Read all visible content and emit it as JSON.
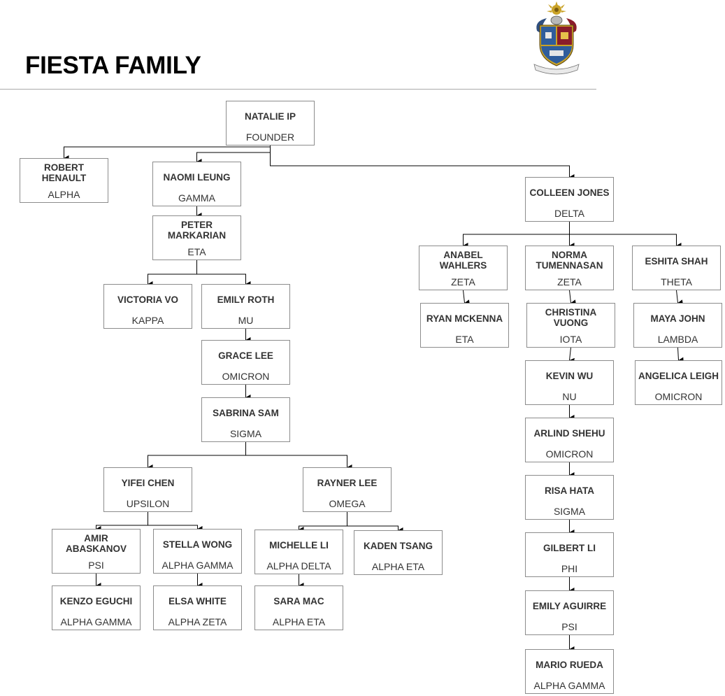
{
  "title": "FIESTA FAMILY",
  "members": {
    "natalie": {
      "name": "NATALIE IP",
      "letter": "FOUNDER"
    },
    "robert": {
      "name": "ROBERT HENAULT",
      "letter": "ALPHA"
    },
    "naomi": {
      "name": "NAOMI LEUNG",
      "letter": "GAMMA"
    },
    "peter": {
      "name": "PETER MARKARIAN",
      "letter": "ETA"
    },
    "victoria": {
      "name": "VICTORIA VO",
      "letter": "KAPPA"
    },
    "emilyroth": {
      "name": "EMILY ROTH",
      "letter": "MU"
    },
    "grace": {
      "name": "GRACE LEE",
      "letter": "OMICRON"
    },
    "sabrina": {
      "name": "SABRINA SAM",
      "letter": "SIGMA"
    },
    "yifei": {
      "name": "YIFEI CHEN",
      "letter": "UPSILON"
    },
    "rayner": {
      "name": "RAYNER LEE",
      "letter": "OMEGA"
    },
    "amir": {
      "name": "AMIR ABASKANOV",
      "letter": "PSI"
    },
    "stella": {
      "name": "STELLA WONG",
      "letter": "ALPHA GAMMA"
    },
    "michelle": {
      "name": "MICHELLE LI",
      "letter": "ALPHA DELTA"
    },
    "kaden": {
      "name": "KADEN TSANG",
      "letter": "ALPHA ETA"
    },
    "kenzo": {
      "name": "KENZO EGUCHI",
      "letter": "ALPHA GAMMA"
    },
    "elsa": {
      "name": "ELSA WHITE",
      "letter": "ALPHA ZETA"
    },
    "sara": {
      "name": "SARA MAC",
      "letter": "ALPHA ETA"
    },
    "colleen": {
      "name": "COLLEEN JONES",
      "letter": "DELTA"
    },
    "anabel": {
      "name": "ANABEL WAHLERS",
      "letter": "ZETA"
    },
    "norma": {
      "name": "NORMA TUMENNASAN",
      "letter": "ZETA"
    },
    "eshita": {
      "name": "ESHITA SHAH",
      "letter": "THETA"
    },
    "ryan": {
      "name": "RYAN MCKENNA",
      "letter": "ETA"
    },
    "christina": {
      "name": "CHRISTINA VUONG",
      "letter": "IOTA"
    },
    "maya": {
      "name": "MAYA JOHN",
      "letter": "LAMBDA"
    },
    "angelica": {
      "name": "ANGELICA LEIGH",
      "letter": "OMICRON"
    },
    "kevin": {
      "name": "KEVIN WU",
      "letter": "NU"
    },
    "arlind": {
      "name": "ARLIND SHEHU",
      "letter": "OMICRON"
    },
    "risa": {
      "name": "RISA HATA",
      "letter": "SIGMA"
    },
    "gilbert": {
      "name": "GILBERT LI",
      "letter": "PHI"
    },
    "emilyaguirre": {
      "name": "EMILY AGUIRRE",
      "letter": "PSI"
    },
    "mario": {
      "name": "MARIO RUEDA",
      "letter": "ALPHA GAMMA"
    }
  },
  "colors": {
    "box_border": "#8c8c8c",
    "connector": "#000000",
    "rule": "#a9a9a9"
  }
}
